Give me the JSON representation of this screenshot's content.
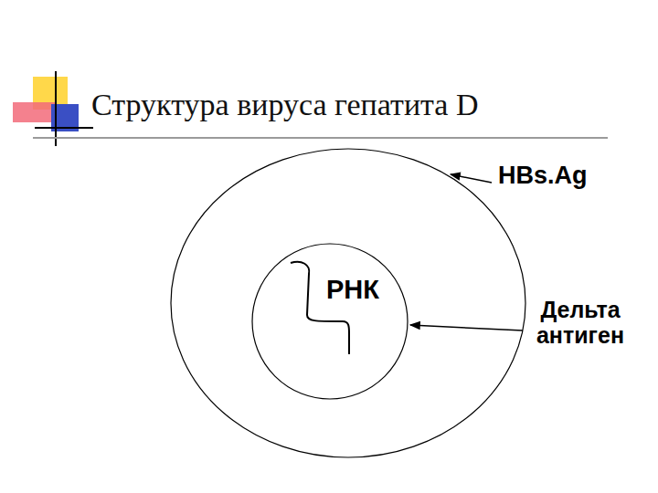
{
  "diagram": {
    "title": "Структура вируса гепатита D",
    "nodes": [
      {
        "text": [
          "HBs.Ag"
        ]
      },
      {
        "text": [
          "РНК",
          "Дельта антиген"
        ],
        "in": 0
      }
    ]
  }
}
